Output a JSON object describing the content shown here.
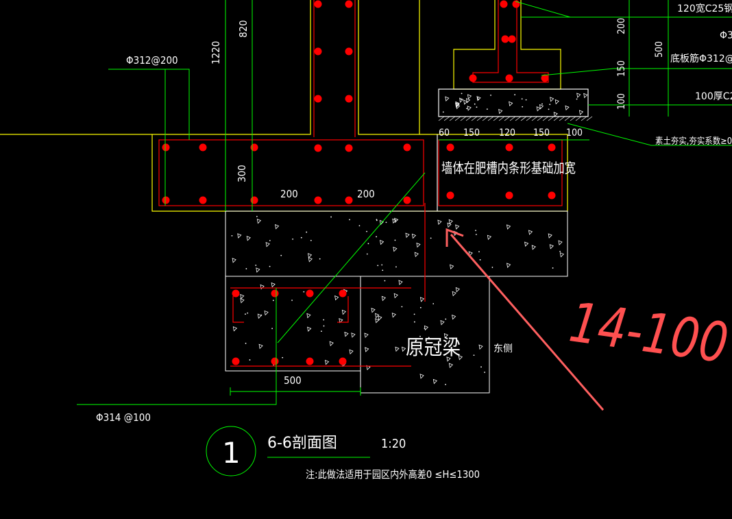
{
  "drawing": {
    "dimensions": {
      "top_820": "820",
      "top_1220": "1220",
      "beam_300": "300",
      "gap_200_left": "200",
      "gap_200_right": "200",
      "bottom_500": "500",
      "right_200": "200",
      "right_500": "500",
      "right_150": "150",
      "right_100": "100",
      "strip": [
        "60",
        "150",
        "120",
        "150",
        "100"
      ]
    },
    "labels": {
      "rebar_top_left": "Φ312@200",
      "rebar_bottom_left": "Φ314 @100",
      "note_wall_trench": "墙体在肥槽内条形基础加宽",
      "old_beam": "原冠梁",
      "east_side": "东侧",
      "right_c25": "120宽C25钢",
      "right_phi3": "Φ3",
      "right_bottom_bar": "底板筋Φ312@2",
      "right_100_thick": "100厚C2",
      "right_soil": "素土夯实,夯实系数≥0"
    },
    "title": {
      "circle_number": "1",
      "name": "6-6剖面图",
      "scale": "1:20",
      "note": "注:此做法适用于园区内外高差0 ≤H≤1300"
    },
    "handwriting": "14-100",
    "colors": {
      "background": "#000000",
      "wall_outline": "#ffff00",
      "concrete_edge": "#ffffff",
      "rebar": "#ff0000",
      "dimension": "#00ff00",
      "text": "#ffffff",
      "annotation": "#ff5050"
    }
  }
}
